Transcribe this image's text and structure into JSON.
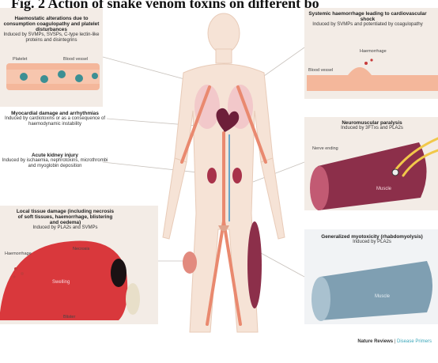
{
  "title": "Fig. 2 Action of snake venom toxins on different bo",
  "panels": {
    "haemostatic": {
      "heading": "Haemostatic alterations due to consumption coagulopathy and platelet disturbances",
      "sub": "Induced by SVMPs, SVSPs, C-type lectin-like proteins and disintegrins",
      "label_platelet": "Platelet",
      "label_vessel": "Blood vessel"
    },
    "systemic": {
      "heading": "Systemic haemorrhage leading to cardiovascular shock",
      "sub": "Induced by SVMPs and potentiated by coagulopathy",
      "label_haemorrhage": "Haemorrhage",
      "label_vessel": "Blood vessel"
    },
    "myocardial": {
      "heading": "Myocardial damage and arrhythmias",
      "sub": "Induced by cardiotoxins or as a consequence of haemodynamic instability"
    },
    "kidney": {
      "heading": "Acute kidney injury",
      "sub": "Induced by ischaemia, nephrotoxins, microthrombi and myoglobin deposition"
    },
    "neuromuscular": {
      "heading": "Neuromuscular paralysis",
      "sub": "Induced by 3FTxs and PLA2s",
      "label_nerve": "Nerve ending",
      "label_muscle": "Muscle"
    },
    "local": {
      "heading": "Local tissue damage (including necrosis of soft tissues, haemorrhage, blistering and oedema)",
      "sub": "Induced by PLA2s and SVMPs",
      "label_haemorrhage": "Haemorrhage",
      "label_necrosis": "Necrosis",
      "label_swelling": "Swelling",
      "label_blister": "Blister"
    },
    "myotoxicity": {
      "heading": "Generalized myotoxicity (rhabdomyolysis)",
      "sub": "Induced by PLA2s",
      "label_muscle": "Muscle"
    }
  },
  "footer": {
    "journal": "Nature Reviews",
    "separator": " | ",
    "section": "Disease Primers"
  },
  "colors": {
    "skin": "#f6e3d6",
    "vessel": "#f2b79a",
    "muscle": "#8c2f4a",
    "heart": "#6d1f3a",
    "swelling": "#d9383c",
    "fade": "#cfe0ea"
  }
}
